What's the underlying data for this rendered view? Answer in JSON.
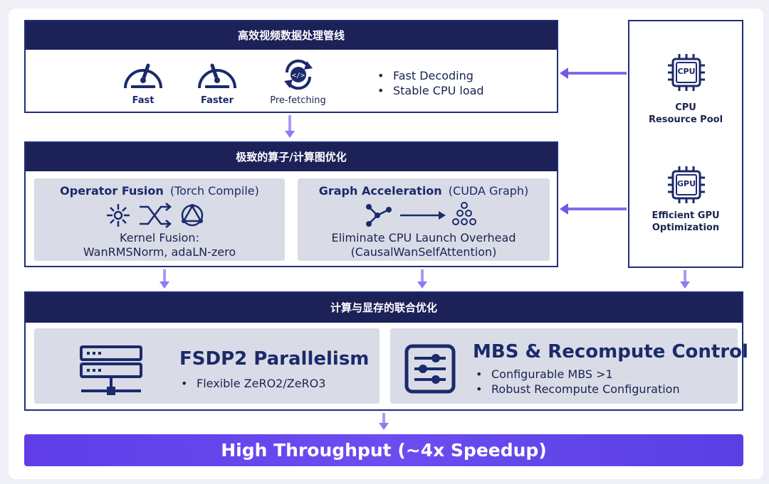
{
  "pipeline": {
    "title": "高效视频数据处理管线",
    "icons": [
      {
        "label": "Fast",
        "icon": "speedometer-icon"
      },
      {
        "label": "Faster",
        "icon": "speedometer-icon"
      },
      {
        "label": "Pre-fetching",
        "icon": "code-refresh-icon"
      }
    ],
    "bullets": [
      "Fast Decoding",
      "Stable CPU load"
    ]
  },
  "operator": {
    "title": "极致的算子/计算图优化",
    "fusion": {
      "title": "Operator Fusion",
      "title_sub": "(Torch Compile)",
      "line1": "Kernel Fusion:",
      "line2": "WanRMSNorm, adaLN-zero"
    },
    "graph": {
      "title": "Graph Acceleration",
      "title_sub": "(CUDA Graph)",
      "line1": "Eliminate CPU Launch Overhead",
      "line2": "(CausalWanSelfAttention)"
    }
  },
  "memory": {
    "title": "计算与显存的联合优化",
    "fsdp": {
      "title": "FSDP2 Parallelism",
      "bullets": [
        "Flexible ZeRO2/ZeRO3"
      ]
    },
    "mbs": {
      "title": "MBS & Recompute Control",
      "bullets": [
        "Configurable MBS >1",
        "Robust Recompute Configuration"
      ]
    }
  },
  "side": {
    "cpu": {
      "chip": "CPU",
      "label_line1": "CPU",
      "label_line2": "Resource Pool"
    },
    "gpu": {
      "chip": "GPU",
      "label_line1": "Efficient GPU",
      "label_line2": "Optimization"
    }
  },
  "result": {
    "label": "High Throughput (~4x Speedup)"
  },
  "colors": {
    "navy": "#1c2158",
    "accent": "#7d6ce8",
    "result_bg": "#6b4df0"
  }
}
